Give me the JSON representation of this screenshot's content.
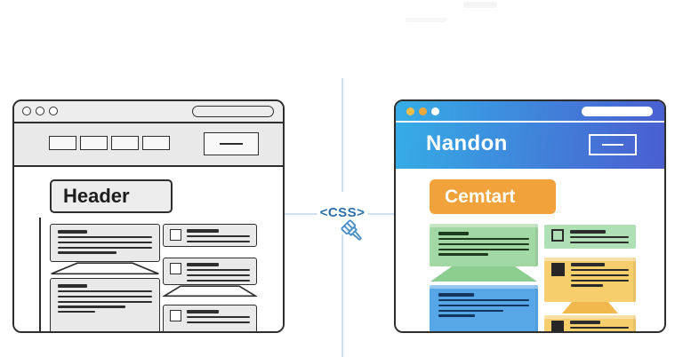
{
  "divider": {
    "label": "<CSS>",
    "label_color": "#2e6fa8",
    "line_color": "#cfe0ee",
    "brush_icon": "paintbrush-icon",
    "brush_icon_color": "#4a8fc7"
  },
  "plain_window": {
    "description": "unstyled wireframe browser window",
    "header_label": "Header"
  },
  "styled_window": {
    "description": "styled browser window after CSS applied",
    "site_title": "Nandon",
    "cta_label": "Cemtart",
    "colors": {
      "titlebar_gradient_start": "#35ade6",
      "titlebar_gradient_end": "#4a5ed0",
      "dot_yellow": "#f2bc49",
      "dot_orange": "#eda63e",
      "dot_white": "#ffffff",
      "cta_orange": "#f2a23a",
      "card_green": "#a2d8a4",
      "card_green_light": "#aedfb5",
      "card_yellow": "#f6ce6c",
      "card_blue": "#57a7e8"
    }
  }
}
